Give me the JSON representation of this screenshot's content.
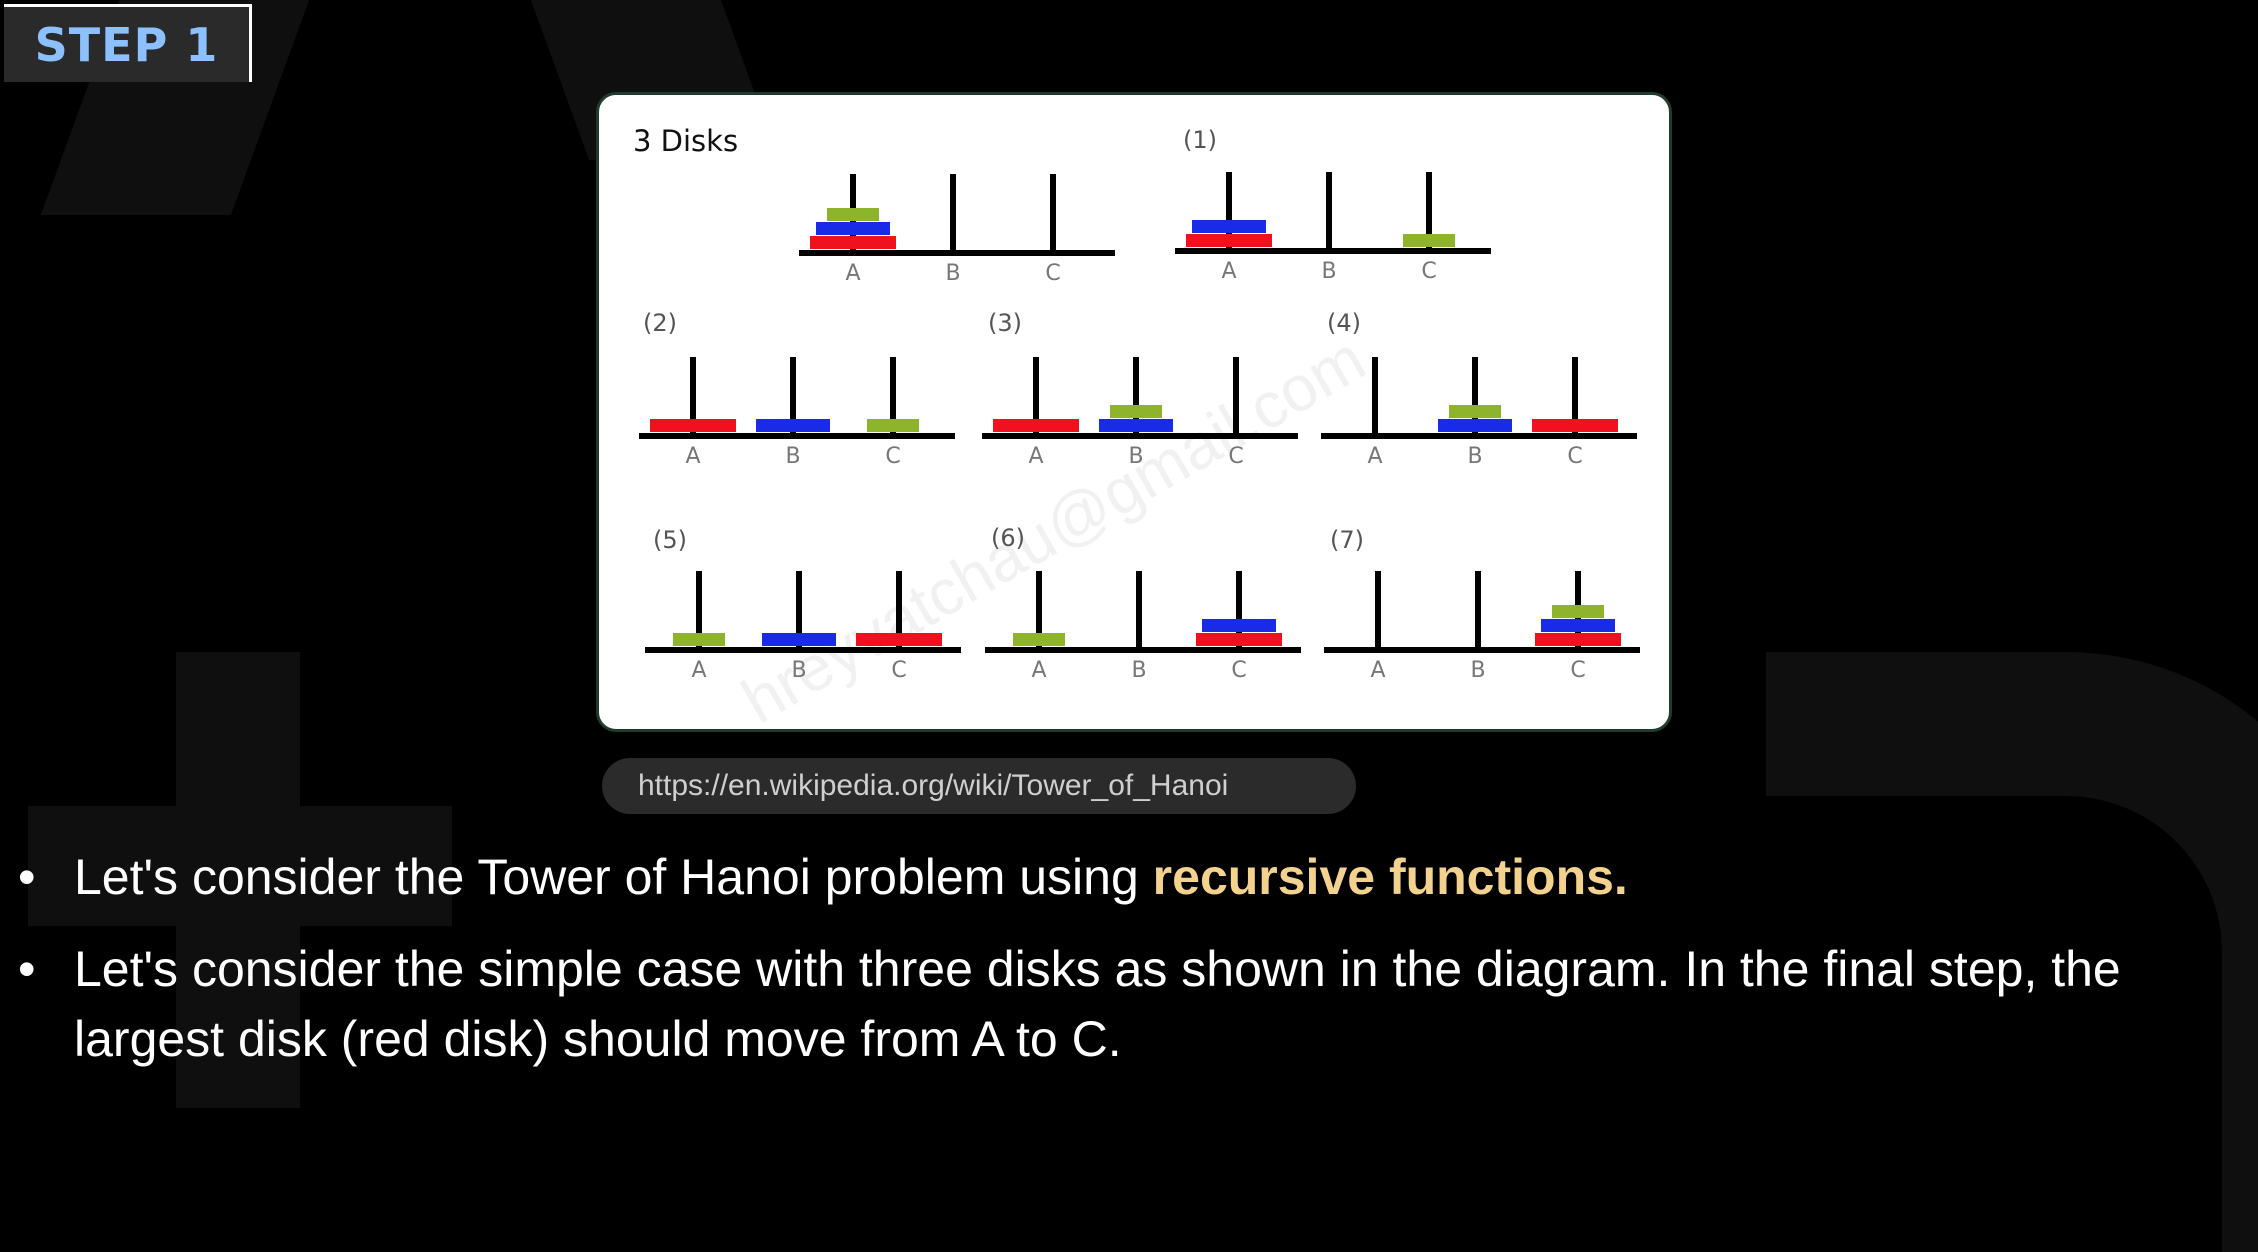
{
  "step_badge": "STEP 1",
  "diagram": {
    "title": "3 Disks",
    "watermark": "hreyvatchau@gmail.com",
    "peg_labels": [
      "A",
      "B",
      "C"
    ],
    "colors": {
      "small": "#8db42a",
      "medium": "#1a2be8",
      "large": "#f0101e",
      "peg": "#000000",
      "label": "#777777"
    },
    "panels": [
      {
        "label": "",
        "pegs": [
          [
            "large",
            "medium",
            "small"
          ],
          [],
          []
        ]
      },
      {
        "label": "(1)",
        "pegs": [
          [
            "large",
            "medium"
          ],
          [],
          [
            "small"
          ]
        ]
      },
      {
        "label": "(2)",
        "pegs": [
          [
            "large"
          ],
          [
            "medium"
          ],
          [
            "small"
          ]
        ]
      },
      {
        "label": "(3)",
        "pegs": [
          [
            "large"
          ],
          [
            "medium",
            "small"
          ],
          []
        ]
      },
      {
        "label": "(4)",
        "pegs": [
          [],
          [
            "medium",
            "small"
          ],
          [
            "large"
          ]
        ]
      },
      {
        "label": "(5)",
        "pegs": [
          [
            "small"
          ],
          [
            "medium"
          ],
          [
            "large"
          ]
        ]
      },
      {
        "label": "(6)",
        "pegs": [
          [
            "small"
          ],
          [],
          [
            "large",
            "medium"
          ]
        ]
      },
      {
        "label": "(7)",
        "pegs": [
          [],
          [],
          [
            "large",
            "medium",
            "small"
          ]
        ]
      }
    ]
  },
  "url": "https://en.wikipedia.org/wiki/Tower_of_Hanoi",
  "bullets": [
    {
      "text": "Let's consider the Tower of Hanoi problem using ",
      "highlight": "recursive functions."
    },
    {
      "text": "Let's consider the simple case with three disks as shown in the diagram. In the final step, the largest disk (red disk) should move from A to C.",
      "highlight": ""
    }
  ],
  "bullet_symbol": "•"
}
